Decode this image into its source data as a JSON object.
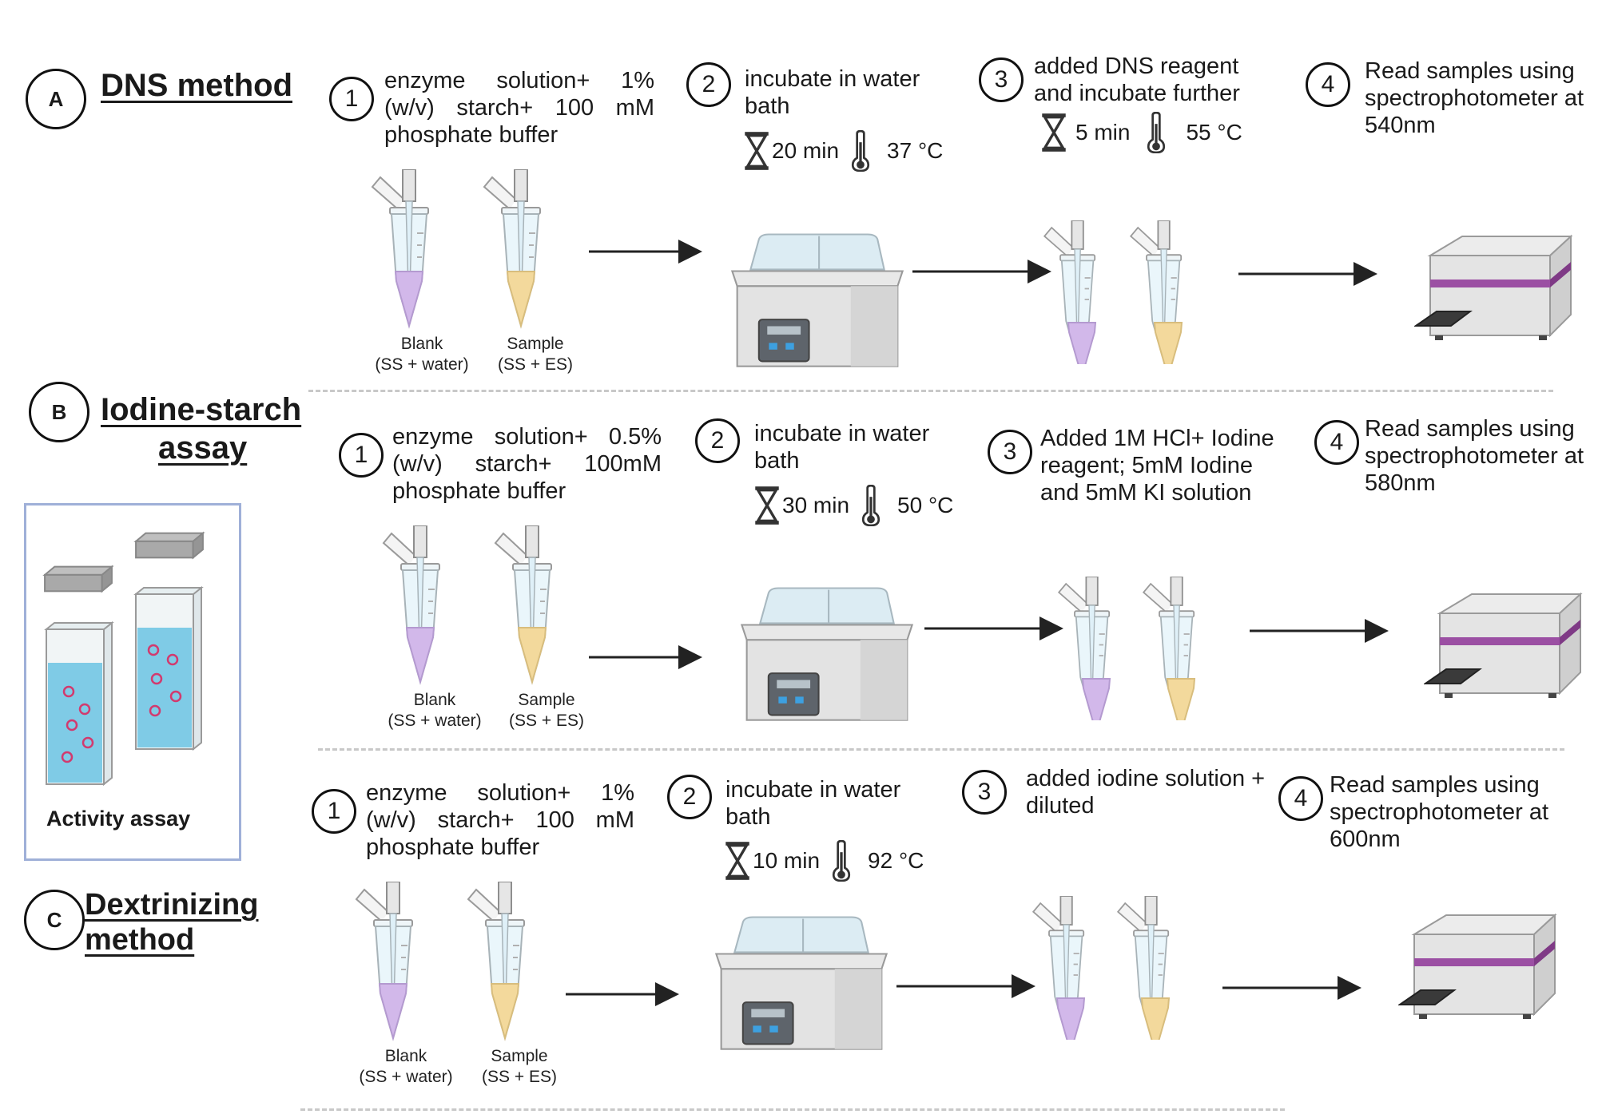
{
  "sections": [
    {
      "letter": "A",
      "title": "DNS method",
      "steps": [
        {
          "num": "1",
          "text": "enzyme solution+ 1% (w/v) starch+ 100 mM phosphate buffer"
        },
        {
          "num": "2",
          "text": "incubate in water bath",
          "time": "20 min",
          "temp": "37 °C"
        },
        {
          "num": "3",
          "text": "added DNS reagent and incubate further",
          "time": "5 min",
          "temp": "55 °C"
        },
        {
          "num": "4",
          "text": "Read samples using spectrophotometer at 540nm"
        }
      ],
      "tubes": [
        {
          "name": "Blank",
          "detail": "(SS + water)"
        },
        {
          "name": "Sample",
          "detail": "(SS + ES)"
        }
      ]
    },
    {
      "letter": "B",
      "title_line1": "Iodine-starch",
      "title_line2": "assay",
      "steps": [
        {
          "num": "1",
          "text": "enzyme solution+ 0.5% (w/v) starch+ 100mM phosphate buffer"
        },
        {
          "num": "2",
          "text": "incubate in water bath",
          "time": "30 min",
          "temp": "50 °C"
        },
        {
          "num": "3",
          "text": "Added 1M HCl+ Iodine reagent; 5mM Iodine and 5mM KI solution"
        },
        {
          "num": "4",
          "text": "Read samples using spectrophotometer at 580nm"
        }
      ],
      "tubes": [
        {
          "name": "Blank",
          "detail": "(SS + water)"
        },
        {
          "name": "Sample",
          "detail": "(SS + ES)"
        }
      ]
    },
    {
      "letter": "C",
      "title_line1": "Dextrinizing",
      "title_line2": "method",
      "steps": [
        {
          "num": "1",
          "text": "enzyme solution+ 1% (w/v) starch+ 100 mM phosphate buffer"
        },
        {
          "num": "2",
          "text": "incubate in water bath",
          "time": "10 min",
          "temp": "92 °C"
        },
        {
          "num": "3",
          "text": "added iodine solution + diluted"
        },
        {
          "num": "4",
          "text": "Read samples using spectrophotometer at 600nm"
        }
      ],
      "tubes": [
        {
          "name": "Blank",
          "detail": "(SS + water)"
        },
        {
          "name": "Sample",
          "detail": "(SS + ES)"
        }
      ]
    }
  ],
  "activity_assay": {
    "label": "Activity assay"
  },
  "icons": {
    "tube": "microcentrifuge-tube-icon",
    "water_bath": "water-bath-icon",
    "spectrophotometer": "spectrophotometer-icon",
    "timer": "hourglass-icon",
    "temperature": "thermometer-icon",
    "arrow": "arrow-right-icon",
    "cuvette": "cuvette-icon"
  },
  "colors": {
    "blank_liquid": "#d2b8ea",
    "sample_liquid": "#f3d99c",
    "cuvette_liquid": "#7fcbe6",
    "spectro_stripe": "#9b4fa3",
    "activity_border": "#9fb0d8",
    "divider": "#c8c8c8"
  }
}
